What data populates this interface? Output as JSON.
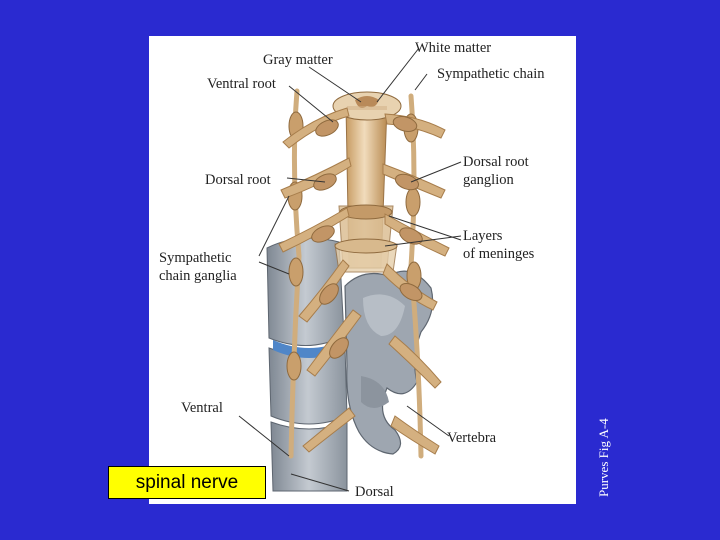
{
  "figure": {
    "labels": {
      "gray_matter": "Gray matter",
      "white_matter": "White matter",
      "ventral_root": "Ventral root",
      "sympathetic_chain": "Sympathetic chain",
      "dorsal_root": "Dorsal root",
      "dorsal_root_ganglion_line1": "Dorsal root",
      "dorsal_root_ganglion_line2": "ganglion",
      "layers_of_meninges_line1": "Layers",
      "layers_of_meninges_line2": "of meninges",
      "sympathetic_chain_ganglia_line1": "Sympathetic",
      "sympathetic_chain_ganglia_line2": "chain ganglia",
      "ventral": "Ventral",
      "vertebra": "Vertebra",
      "dorsal": "Dorsal"
    }
  },
  "caption": "spinal nerve",
  "source_credit": "Purves Fig A-4",
  "colors": {
    "background": "#2a2ad0",
    "panel": "#ffffff",
    "caption_fill": "#ffff00",
    "nerve_tan": "#d9b98c",
    "bone_gray": "#9ea6b0"
  }
}
